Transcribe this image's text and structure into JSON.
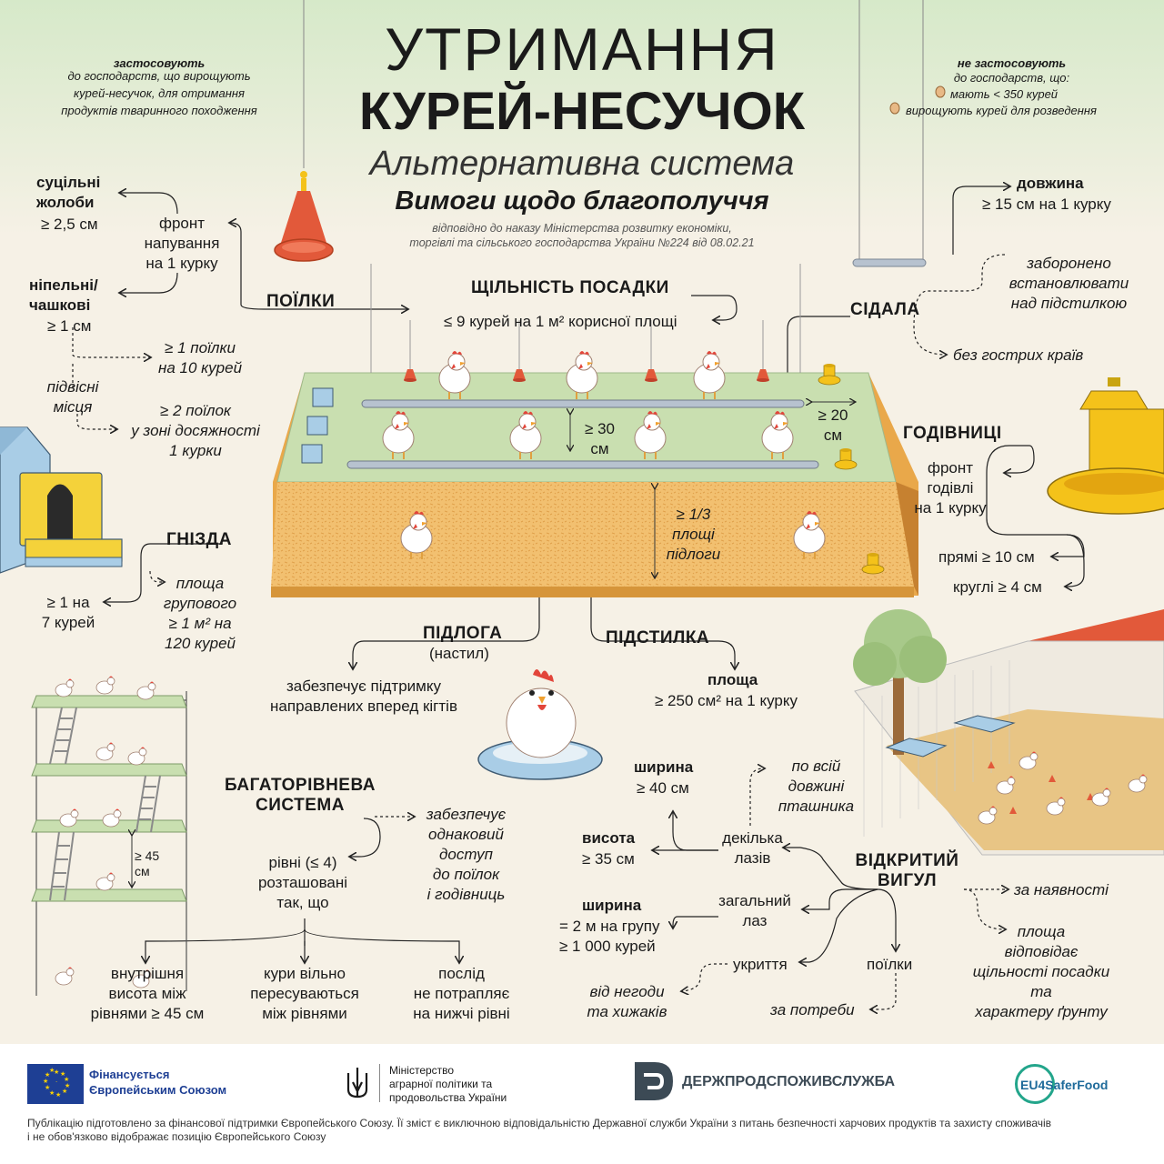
{
  "title": {
    "line1": "УТРИМАННЯ",
    "line2": "КУРЕЙ-НЕСУЧОК",
    "line3": "Альтернативна система",
    "line4": "Вимоги щодо благополуччя",
    "decree": "відповідно до наказу Міністерства розвитку економіки,\nторгівлі та сільського господарства України №224 від 08.02.21"
  },
  "scope": {
    "apply_title": "застосовують",
    "apply_text": "до господарств, що вирощують\nкурей-несучок, для отримання\nпродуктів тваринного походження",
    "not_apply_title": "не застосовують",
    "not_apply_text": "до господарств, що:",
    "not_apply_items": [
      "мають < 350 курей",
      "вирощують курей для розведення"
    ]
  },
  "drinkers": {
    "heading": "ПОЇЛКИ",
    "front": "фронт\nнапування\nна 1 курку",
    "solid_title": "суцільні\nжолоби",
    "solid_value": "≥ 2,5 см",
    "nipple_title": "ніпельні/\nчашкові",
    "nipple_value": "≥ 1 см",
    "per_ten": "≥ 1 поїлки\nна 10 курей",
    "suspended": "підвісні\nмісця",
    "reach": "≥ 2 поїлок\nу зоні досяжності\n1 курки"
  },
  "density": {
    "heading": "ЩІЛЬНІСТЬ ПОСАДКИ",
    "value": "≤ 9 курей на 1 м² корисної площі"
  },
  "perches": {
    "heading": "СІДАЛА",
    "length_title": "довжина",
    "length_value": "≥ 15 см на 1 курку",
    "forbidden": "заборонено\nвстановлювати\nнад підстилкою",
    "no_edges": "без гострих країв"
  },
  "diagram": {
    "gap_horizontal": "≥ 30\nсм",
    "gap_side": "≥ 20\nсм",
    "litter_share": "≥ 1/3\nплощі\nпідлоги"
  },
  "feeders": {
    "heading": "ГОДІВНИЦІ",
    "front": "фронт\nгодівлі\nна 1 курку",
    "straight": "прямі ≥ 10 см",
    "round": "круглі ≥  4 см"
  },
  "nests": {
    "heading": "ГНІЗДА",
    "ratio": "≥  1 на\n7 курей",
    "group": "площа\nгрупового\n≥  1 м² на\n120 курей"
  },
  "floor": {
    "heading": "ПІДЛОГА",
    "sub": "(настил)",
    "text": "забезпечує підтримку\nнаправлених вперед кігтів"
  },
  "litter": {
    "heading": "ПІДСТИЛКА",
    "area_title": "площа",
    "area_value": "≥ 250 см² на 1 курку"
  },
  "multilevel": {
    "heading": "БАГАТОРІВНЕВА\nСИСТЕМА",
    "access": "забезпечує\nоднаковий\nдоступ\nдо поїлок\nі годівниць",
    "levels": "рівні (≤ 4)\nрозташовані\nтак, що",
    "height": "внутрішня\nвисота між\nрівнями ≥ 45 см",
    "move": "кури вільно\nпересуваються\nміж рівнями",
    "droppings": "послід\nне потрапляє\nна нижчі рівні",
    "dim": "≥ 45\nсм"
  },
  "outdoor": {
    "heading": "ВІДКРИТИЙ\nВИГУЛ",
    "whole": "по всій\nдовжині\nпташника",
    "width1_title": "ширина",
    "width1_value": "≥ 40 см",
    "height_title": "висота",
    "height_value": "≥ 35 см",
    "several": "декілька\nлазів",
    "general": "загальний\nлаз",
    "width2_title": "ширина",
    "width2_value": "= 2 м на групу\n≥ 1 000 курей",
    "shelter": "укриття",
    "weather": "від негоди\nта хижаків",
    "drinkers": "поїлки",
    "as_needed": "за потреби",
    "available": "за наявності",
    "area": "площа\nвідповідає\nщільності посадки\nта\nхарактеру ґрунту"
  },
  "footer": {
    "eu": "Фінансується\nЄвропейським Союзом",
    "ministry": "Міністерство\nаграрної політики та\nпродовольства України",
    "service": "ДЕРЖПРОДСПОЖИВСЛУЖБА",
    "eu4": "EU4SaferFood",
    "disclaimer": "Публікацію підготовлено за фінансової підтримки Європейського Союзу. Її зміст є виключною відповідальністю Державної служби України з питань безпечності харчових продуктів та захисту споживачів\nі не обов'язково відображає позицію Європейського Союзу"
  },
  "colors": {
    "floor_green": "#c9dfb0",
    "litter": "#f2c070",
    "feeder_yellow": "#f4c21a",
    "drinker_red": "#e2593a",
    "nest_blue": "#a9cde6",
    "eu_blue": "#1e3f94",
    "accent_teal": "#23a58b"
  }
}
